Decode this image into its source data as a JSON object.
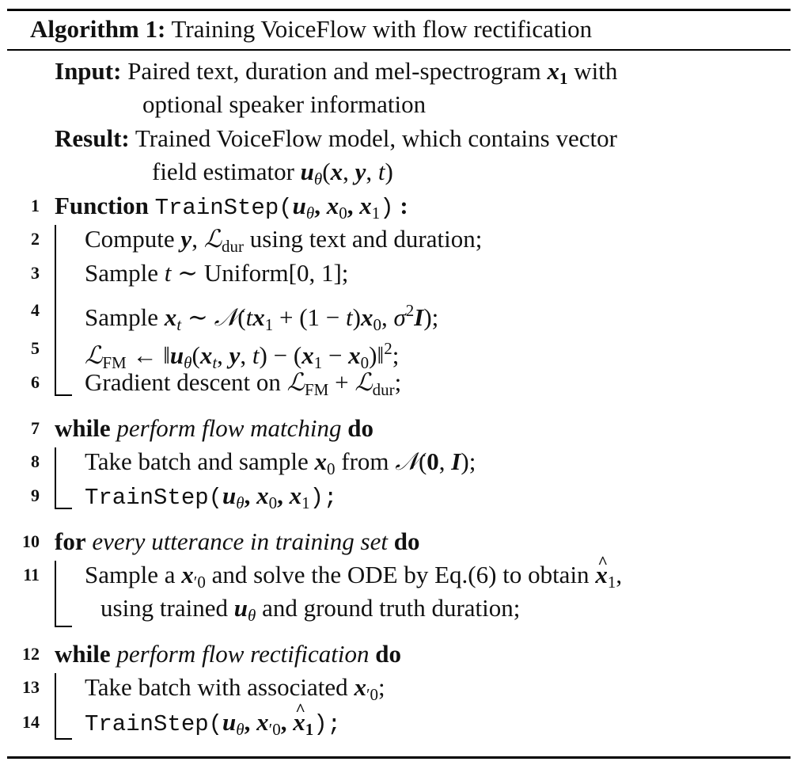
{
  "algorithm": {
    "label": "Algorithm 1:",
    "title": "Training VoiceFlow with flow rectification"
  },
  "input": {
    "label": "Input:",
    "text_1": "Paired text, duration and mel-spectrogram",
    "text_1b": "with",
    "text_2": "optional speaker information"
  },
  "result": {
    "label": "Result:",
    "text_1": "Trained VoiceFlow model, which contains vector",
    "text_2": "field estimator"
  },
  "steps": [
    {
      "num": "1",
      "kw": "Function",
      "code": "TrainStep"
    },
    {
      "num": "2",
      "a": "Compute",
      "b": "using text and duration;"
    },
    {
      "num": "3",
      "a": "Sample",
      "b": "Uniform[0, 1];"
    },
    {
      "num": "4",
      "a": "Sample"
    },
    {
      "num": "5"
    },
    {
      "num": "6",
      "a": "Gradient descent on"
    },
    {
      "num": "7",
      "kw": "while",
      "cond": "perform flow matching",
      "kw2": "do"
    },
    {
      "num": "8",
      "a": "Take batch and sample",
      "b": "from"
    },
    {
      "num": "9",
      "code": "TrainStep"
    },
    {
      "num": "10",
      "kw": "for",
      "cond": "every utterance in training set",
      "kw2": "do"
    },
    {
      "num": "11",
      "a": "Sample a",
      "b": "and solve the ODE by Eq.(6) to obtain",
      "c": "using trained",
      "d": "and ground truth duration;"
    },
    {
      "num": "12",
      "kw": "while",
      "cond": "perform flow rectification",
      "kw2": "do"
    },
    {
      "num": "13",
      "a": "Take batch with associated"
    },
    {
      "num": "14",
      "code": "TrainStep"
    }
  ],
  "math": {
    "x": "x",
    "y": "y",
    "u": "u",
    "t": "t",
    "theta": "θ",
    "sigma": "σ",
    "I": "I",
    "zero": "0",
    "one": "1",
    "N": "𝒩",
    "L": "ℒ",
    "dur": "dur",
    "FM": "FM"
  }
}
